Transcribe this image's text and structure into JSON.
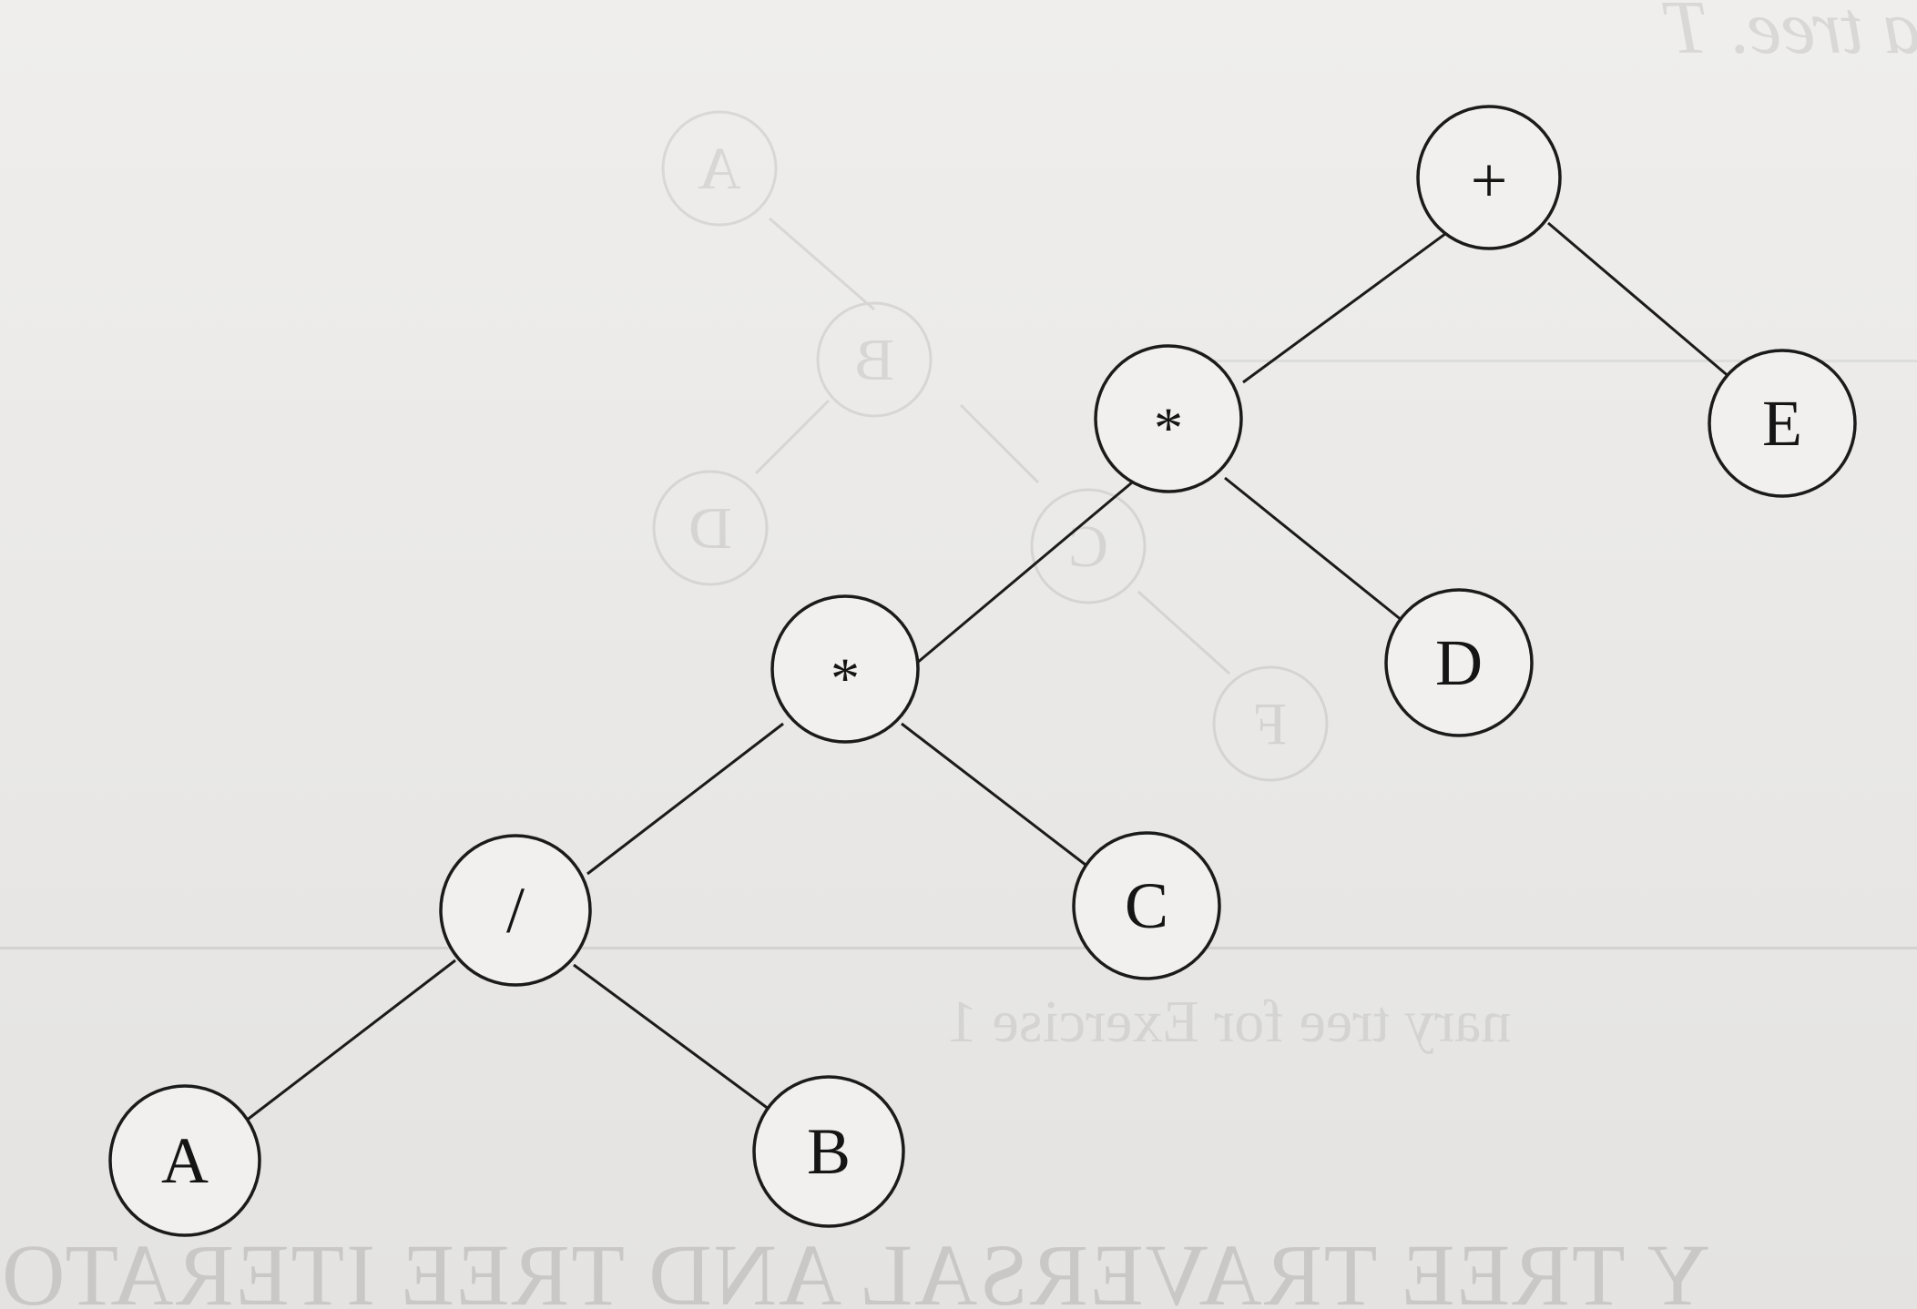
{
  "tree": {
    "root": {
      "label": "+",
      "left": {
        "label": "*",
        "left": {
          "label": "*",
          "left": {
            "label": "/",
            "left": {
              "label": "A"
            },
            "right": {
              "label": "B"
            }
          },
          "right": {
            "label": "C"
          }
        },
        "right": {
          "label": "D"
        }
      },
      "right": {
        "label": "E"
      }
    }
  },
  "show_through": {
    "ghost_nodes": [
      "A",
      "B",
      "D",
      "C",
      "F"
    ],
    "caption": "nary tree for Exercise 1",
    "heading": "Y TREE TRAVERSAL AND TREE ITERATO",
    "top_text": "a tree. T"
  },
  "colors": {
    "paper": "#ecebea",
    "ink": "#1b1b1b",
    "ghost": "#b8b8b6"
  }
}
